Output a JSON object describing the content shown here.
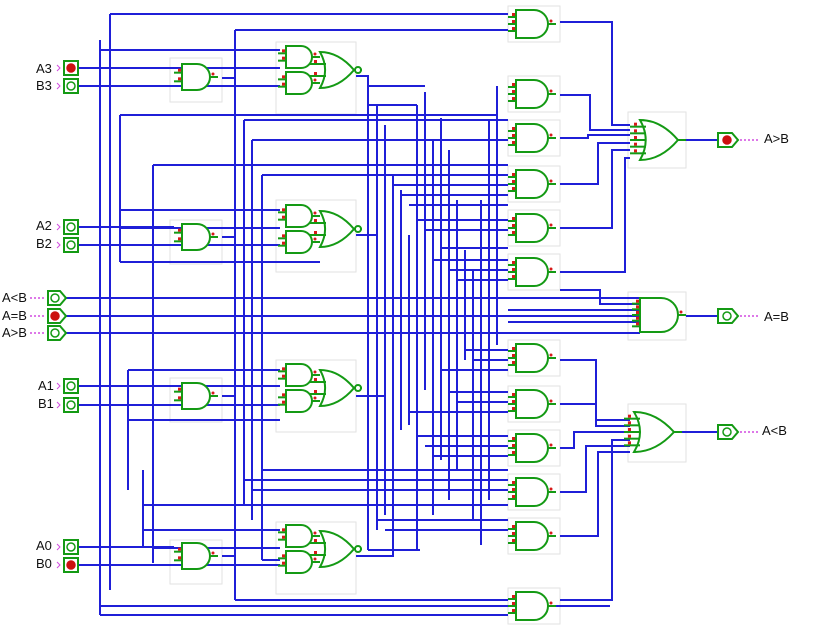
{
  "colors": {
    "wire": "#1f1fd8",
    "gate": "#149a14",
    "pin": "#d81a1a",
    "led_on": "#cc1111",
    "pink": "#d24ce0",
    "box": "#e2e2e2"
  },
  "inputs": {
    "a3": "A3",
    "b3": "B3",
    "a2": "A2",
    "b2": "B2",
    "cascade_lt": "A<B",
    "cascade_eq": "A=B",
    "cascade_gt": "A>B",
    "a1": "A1",
    "b1": "B1",
    "a0": "A0",
    "b0": "B0"
  },
  "input_states": {
    "a3": 1,
    "b3": 0,
    "a2": 0,
    "b2": 0,
    "cascade_lt": 0,
    "cascade_eq": 1,
    "cascade_gt": 0,
    "a1": 0,
    "b1": 0,
    "a0": 0,
    "b0": 1
  },
  "outputs": {
    "gt": "A>B",
    "eq": "A=B",
    "lt": "A<B"
  },
  "output_states": {
    "gt": 1,
    "eq": 0,
    "lt": 0
  }
}
